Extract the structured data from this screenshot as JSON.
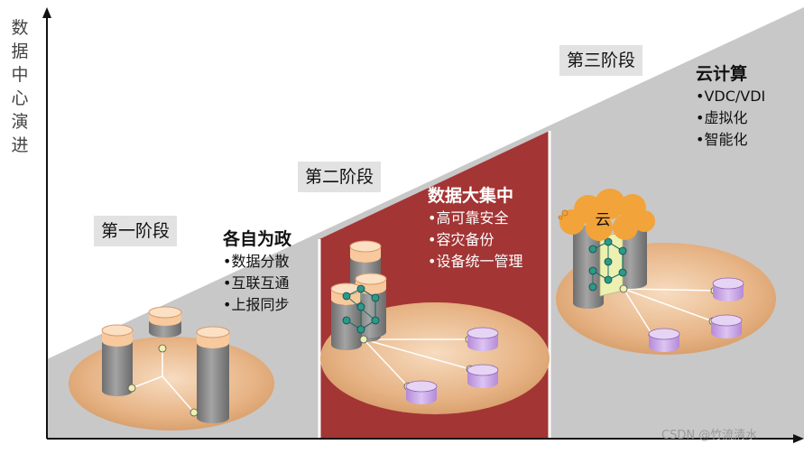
{
  "axis": {
    "y_title": "数据中心演进"
  },
  "stages": [
    {
      "label": "第一阶段",
      "heading": "各自为政",
      "items": [
        "•数据分散",
        "•互联互通",
        "•上报同步"
      ]
    },
    {
      "label": "第二阶段",
      "heading": "数据大集中",
      "items": [
        "•高可靠安全",
        "•容灾备份",
        "•设备统一管理"
      ]
    },
    {
      "label": "第三阶段",
      "heading": "云计算",
      "items": [
        "•VDC/VDI",
        "•虚拟化",
        "•智能化"
      ]
    }
  ],
  "cloud": {
    "label": "云"
  },
  "watermark": "CSDN @竹流清水",
  "colors": {
    "background_wedge": "#c8c8c8",
    "stage2_panel": "#a33535",
    "platform": "#e8b98a",
    "cylinder_body": "#8a8a8a",
    "cylinder_cap": "#f7c99c",
    "disk": "#c9a6e6",
    "node": "#2a9a8a",
    "connector": "#ecf0b0",
    "cloud": "#f2a33a"
  }
}
